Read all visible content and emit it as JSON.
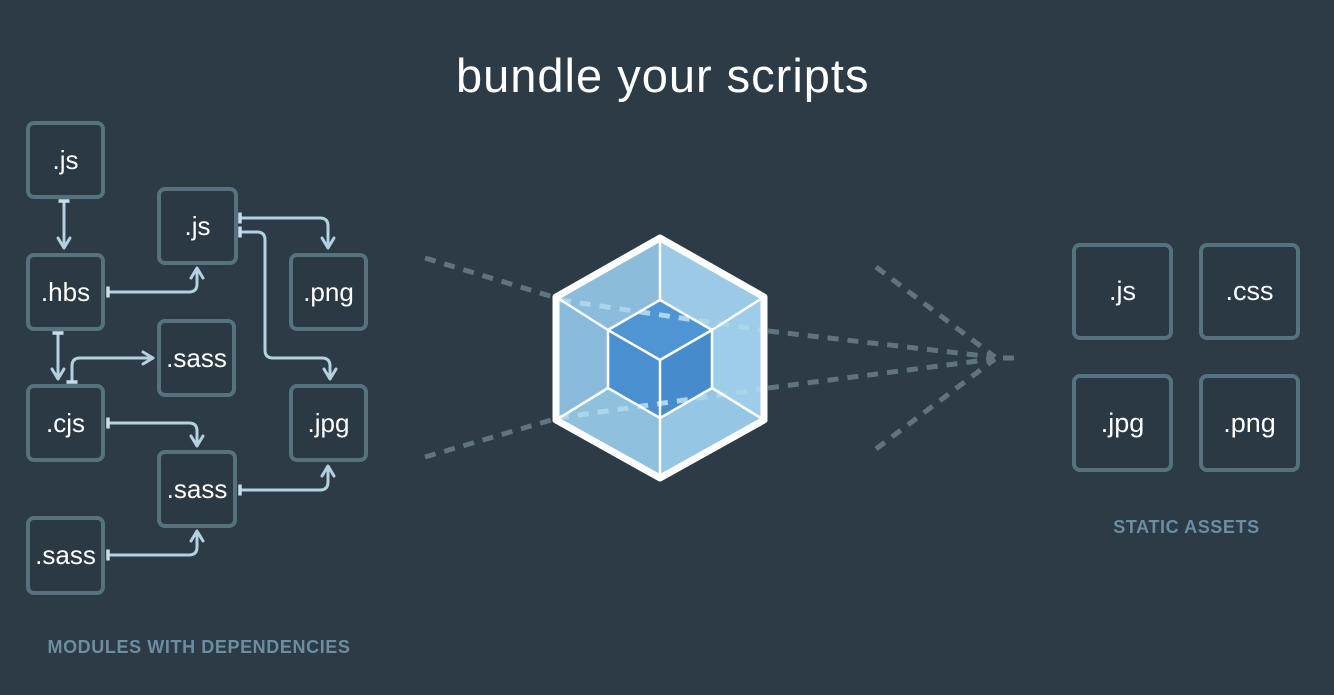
{
  "title": "bundle your scripts",
  "left_panel": {
    "label": "MODULES WITH DEPENDENCIES",
    "modules": [
      {
        "id": "js-1",
        "label": ".js"
      },
      {
        "id": "js-2",
        "label": ".js"
      },
      {
        "id": "hbs",
        "label": ".hbs"
      },
      {
        "id": "png",
        "label": ".png"
      },
      {
        "id": "sass-1",
        "label": ".sass"
      },
      {
        "id": "cjs",
        "label": ".cjs"
      },
      {
        "id": "jpg",
        "label": ".jpg"
      },
      {
        "id": "sass-2",
        "label": ".sass"
      },
      {
        "id": "sass-3",
        "label": ".sass"
      }
    ],
    "dependencies": [
      "js-1 -> hbs",
      "hbs -> js-2",
      "hbs -> cjs",
      "cjs -> sass-1",
      "cjs -> sass-2",
      "sass-3 -> sass-2",
      "sass-2 -> jpg",
      "js-2 -> png",
      "js-2 -> jpg"
    ]
  },
  "right_panel": {
    "label": "STATIC ASSETS",
    "assets": [
      {
        "id": "js",
        "label": ".js"
      },
      {
        "id": "css",
        "label": ".css"
      },
      {
        "id": "jpg",
        "label": ".jpg"
      },
      {
        "id": "png",
        "label": ".png"
      }
    ]
  },
  "logo": {
    "name": "webpack-cube-logo"
  },
  "colors": {
    "background": "#2c3b45",
    "box_border": "#56727f",
    "box_fill": "#2a3943",
    "box_text": "#ffffff",
    "connector": "#b3d1e0",
    "dashed_line": "#60747f",
    "dashed_line_inside_cube": "#aad5eb",
    "section_label": "#6b8ea1",
    "cube_outer_face": "#93c2e0",
    "cube_inner_face": "#4b90cf",
    "cube_edges": "#ffffff"
  }
}
